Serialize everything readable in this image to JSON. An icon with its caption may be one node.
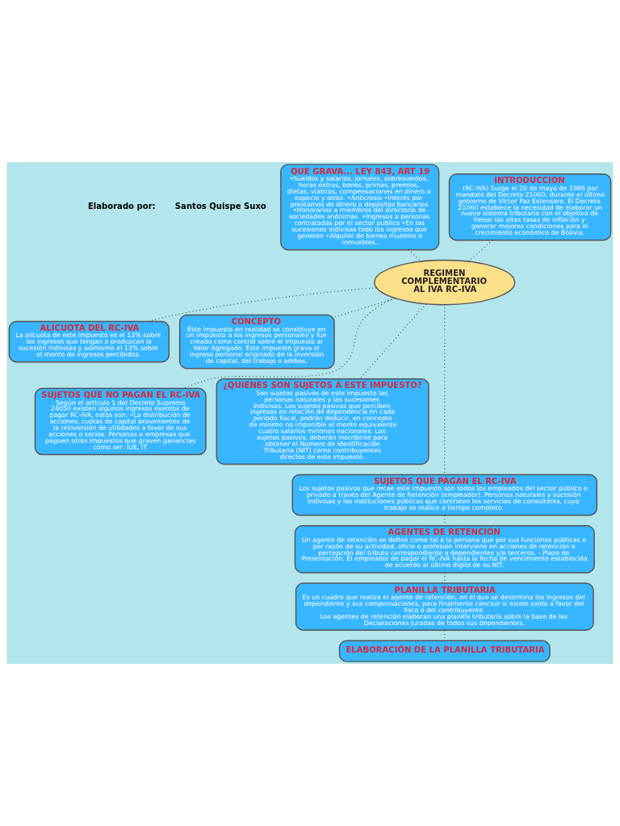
{
  "diagram": {
    "nodes": [
      {
        "text": [
          "QUE GRAVA... LEY 843, ART 19",
          "•Sueldos y salarios, jornales, sobresueldos, horas extras, bonos, primas, premios, dietas, viáticos, compensaciones en dinero o especie y otros. •Anticresis •Interés por prestamos de dinero o depósitos bancarios •Honorarios a miembros del directorio de sociedades anónimas. •Ingresos a personas contratadas por el sector publico •En las sucesiones indivisas todo los ingresos que generen •Alquiler de bienes muebles e inmuebles."
        ]
      },
      {
        "text": [
          "INTRODUCCION",
          "(RC-IVA) Surge el 20 de mayo de 1986 por mandato del Decreto 21060, durante el último gobierno de Víctor Paz Estensoro. El Decreto 21060 establece la necesidad de elaborar un nuevo sistema tributario con el objetivo de frenar las altas tasas de inflación y generar mejores condiciones para el crecimiento económico de Bolivia."
        ]
      },
      {
        "text": [
          "ALÍCUOTA DEL RC-IVA",
          "La alícuota de este impuesto es el 13% sobre los ingresos que tengan o produzcan la sucesión indivisas y asimismo el 13% sobre el monto de ingresos percibidos."
        ]
      },
      {
        "text": [
          "REGIMEN COMPLEMENTARIO AL IVA RC-IVA"
        ]
      },
      {
        "text": [
          "CONCEPTO",
          "Este impuesto en realidad se constituye en un impuesto a los ingresos personales y fue creado como control sobre el Impuesto al Valor Agregado. Este impuesto grava el ingreso personal originado de la inversión de capital, del trabajo o ambos."
        ]
      },
      {
        "text": [
          "SUJETOS QUE NO PAGAN EL RC-IVA",
          "Según el artículo 1 del Decreto Supremo 24050 existen algunos ingresos exentos de pagar RC-IVA, estos son: •La distribución de acciones, cuotas de capital provenientes de la reinversión de utilidades a favor de sus acciones o socios. Personas o empresas que paguen otros impuestos que graven ganancias como ser: IUE, IT"
        ]
      },
      {
        "text": [
          "¿QUIENES SON SUJETOS A ESTE IMPUESTO?",
          "Son sujetos pasivos de este impuesto las personas naturales y las sucesiones indivisas. Los sujetos pasivos que perciben ingresos en relación de dependencia en cada periodo fiscal, podrán deducir, en concepto de mínimo no imponible el monto equivalente cuatro salarios mínimos nacionales. Los sujetos pasivos, deberán inscribirse para obtener el Numero de Identificación Tributaria (NIT) como contribuyentes directos de este impuesto."
        ]
      },
      {
        "text": [
          "SUJETOS QUE PAGAN EL RC-IVA",
          "Los sujetos pasivos que recae este impuesto son todos los empleados del sector público o privado a través del Agente de Retención (empleador). Personas naturales y sucesión indivisas y las instituciones públicas que contraten los servicios de consultores, cuyo trabajo se realice a tiempo completo."
        ]
      },
      {
        "text": [
          "AGENTES DE RETENCIÓN",
          "Un agente de retención se define como tal a la persona que por sus funciones públicas o por razón de su actividad, oficio o profesión interviene en acciones de retención o percepción del tributo correspondiente a dependientes y/o terceros. - Plazo de Presentación. El empleador de pagar el RC-IVA hasta la fecha de vencimiento establecida de acuerdo al último dígito de su NIT."
        ]
      },
      {
        "text": [
          "PLANILLA TRIBUTARIA",
          "Es un cuadro que realiza el agente de retención, en el que se determina los ingresos del dependiente y sus compensaciones, para finalmente concluir si existe saldo a favor del fisco o del contribuyente.",
          "Los agentes de retención elaboran una planilla tributaria sobre la base de las Declaraciones Juradas de todos sus dependientes."
        ]
      },
      {
        "text": [
          "ELABORACIÓN DE LA PLANILLA TRIBUTARIA"
        ]
      }
    ],
    "edges": [
      {
        "from": 3,
        "to": 1,
        "arrow": "none"
      },
      {
        "from": 3,
        "to": 0,
        "arrow": "none"
      },
      {
        "from": 3,
        "to": 2,
        "arrow": "none"
      },
      {
        "from": 3,
        "to": 4,
        "arrow": "none"
      },
      {
        "from": 3,
        "to": 6,
        "arrow": "none"
      },
      {
        "from": 3,
        "to": 5,
        "arrow": "none"
      },
      {
        "from": 3,
        "to": 7,
        "arrow": "none"
      },
      {
        "from": 7,
        "to": 8,
        "arrow": "none"
      },
      {
        "from": 8,
        "to": 9,
        "arrow": "none"
      },
      {
        "from": 9,
        "to": 10,
        "arrow": "none"
      }
    ],
    "labels": [
      "Elaborado por:",
      "Santos Quispe Suxo"
    ]
  }
}
